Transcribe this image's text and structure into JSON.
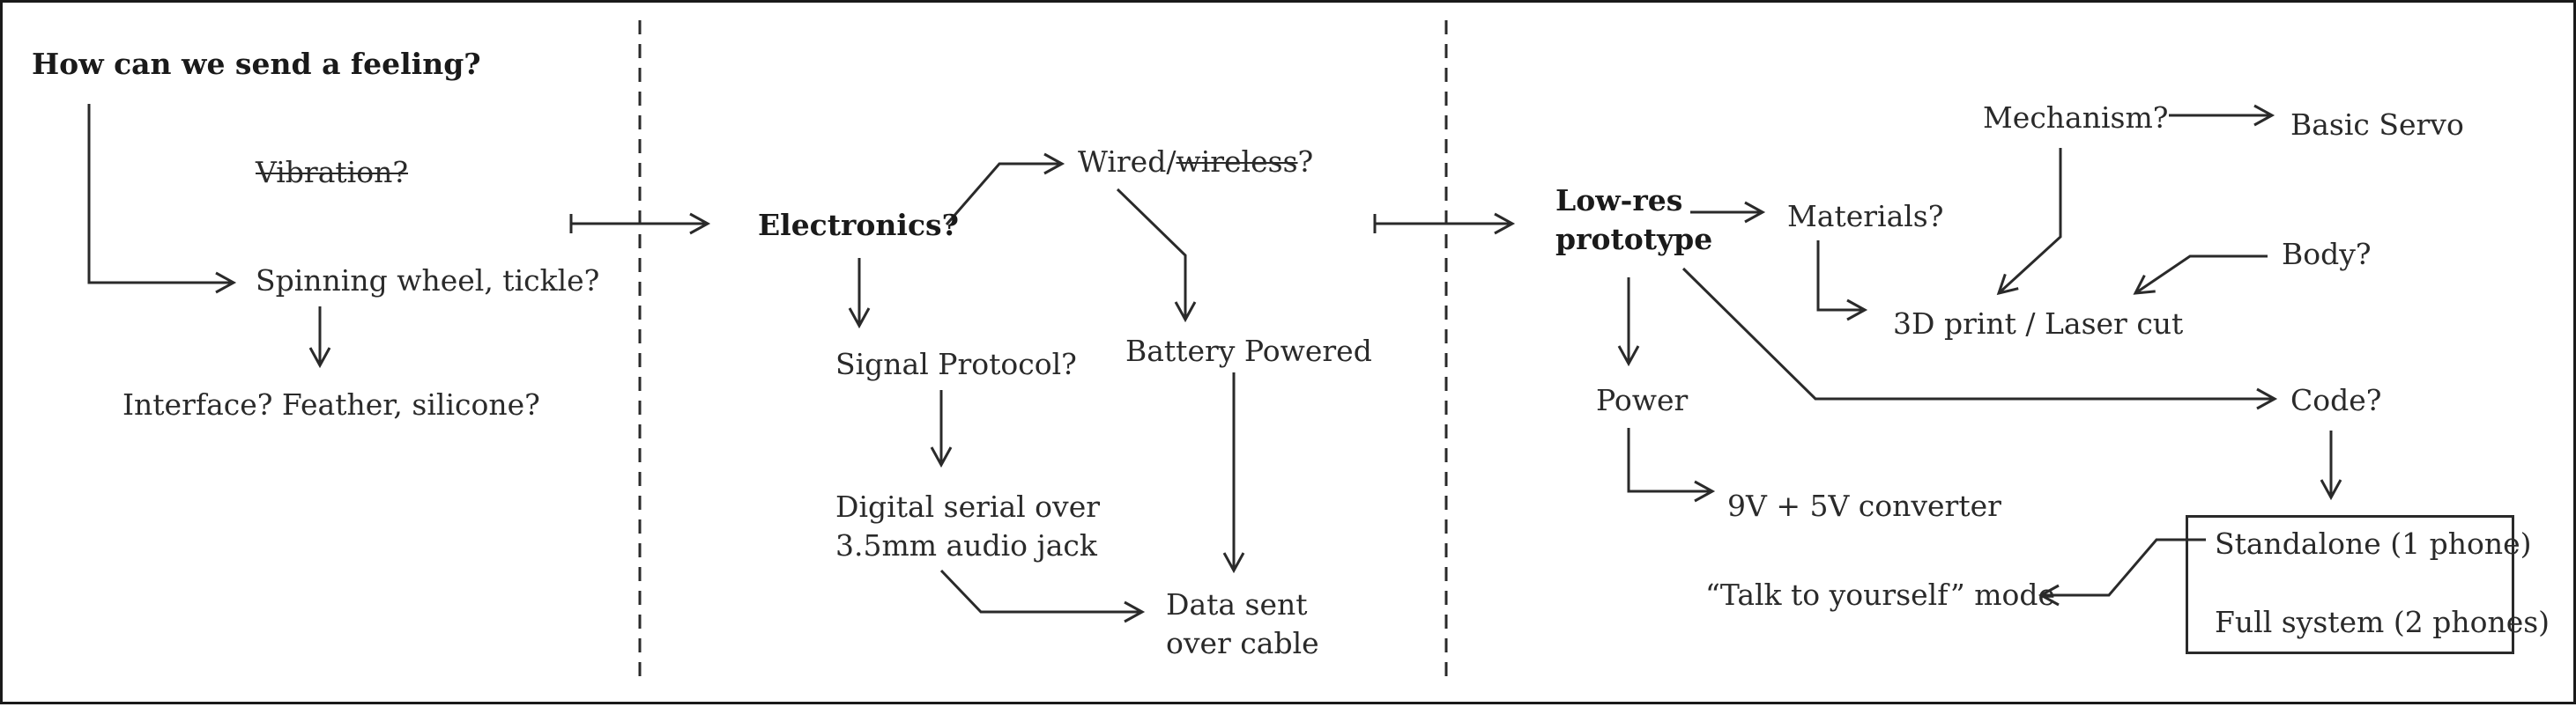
{
  "title": "How can we send a feeling?",
  "stage1": {
    "vibration": "Vibration?",
    "spinning": "Spinning wheel, tickle?",
    "interface": "Interface? Feather, silicone?"
  },
  "stage2": {
    "electronics": "Electronics?",
    "wired": "Wired/",
    "wireless": "wireless",
    "wired_q": "?",
    "signal_protocol": "Signal Protocol?",
    "battery": "Battery Powered",
    "digital_serial": [
      "Digital serial over",
      "3.5mm audio jack"
    ],
    "data_sent": [
      "Data sent",
      "over cable"
    ]
  },
  "stage3": {
    "lowres": [
      "Low-res",
      "prototype"
    ],
    "materials": "Materials?",
    "mechanism": "Mechanism?",
    "servo": "Basic Servo",
    "body": "Body?",
    "print": "3D print / Laser cut",
    "power": "Power",
    "converter": "9V + 5V converter",
    "code": "Code?",
    "standalone": "Standalone (1 phone)",
    "full_system": "Full system (2 phones)",
    "talk": "“Talk to yourself” mode"
  },
  "colors": {
    "ink": "#2a2a2a",
    "border": "#1a1a1a",
    "background": "#ffffff"
  }
}
